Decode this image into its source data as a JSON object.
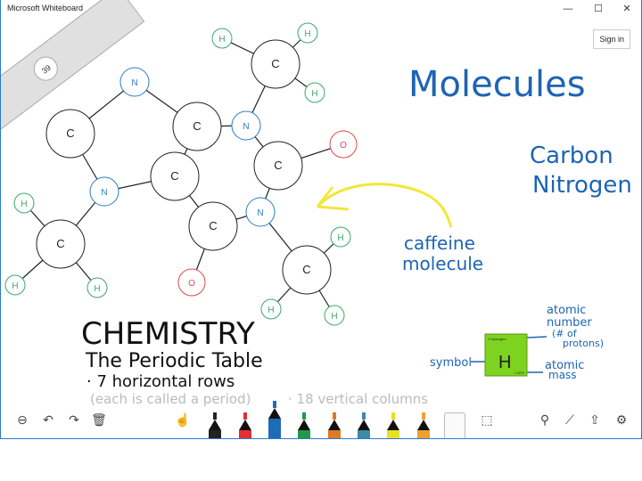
{
  "window": {
    "title": "Microsoft Whiteboard",
    "minimize": "—",
    "maximize": "☐",
    "close": "✕",
    "sign_in": "Sign in"
  },
  "ruler": {
    "angle": "39"
  },
  "molecule": {
    "carbon": "C",
    "nitrogen": "N",
    "oxygen": "O",
    "hydrogen": "H"
  },
  "notes": {
    "title": "Molecules",
    "carbon": "Carbon",
    "nitrogen": "Nitrogen",
    "caffeine1": "caffeine",
    "caffeine2": "molecule",
    "chemistry": "CHEMISTRY",
    "periodic": "The Periodic Table",
    "row1": "· 7 horizontal rows",
    "row2": "(each is called a period)",
    "row3": "· 18 vertical columns",
    "atomic_number1": "atomic",
    "atomic_number2": "number",
    "atomic_number3": "(# of",
    "atomic_number4": "protons)",
    "symbol": "symbol",
    "atomic_mass1": "atomic",
    "atomic_mass2": "mass"
  },
  "element_card": {
    "name": "1 Hydrogen",
    "symbol": "H",
    "mass": "1.0079",
    "color": "#7ed321"
  },
  "toolbar": {
    "zoom": "zoom-out",
    "undo": "undo",
    "redo": "redo",
    "delete": "delete",
    "pens": [
      {
        "name": "black",
        "color": "#222222"
      },
      {
        "name": "red",
        "color": "#e03030"
      },
      {
        "name": "blue",
        "color": "#1e6bb8"
      },
      {
        "name": "green",
        "color": "#1f9a4a"
      },
      {
        "name": "rainbow",
        "color": "#e07a20"
      },
      {
        "name": "galaxy",
        "color": "#3a8aa8"
      },
      {
        "name": "yellow-highlighter",
        "color": "#e8e020"
      },
      {
        "name": "eraser",
        "color": "#f0a030"
      }
    ]
  }
}
